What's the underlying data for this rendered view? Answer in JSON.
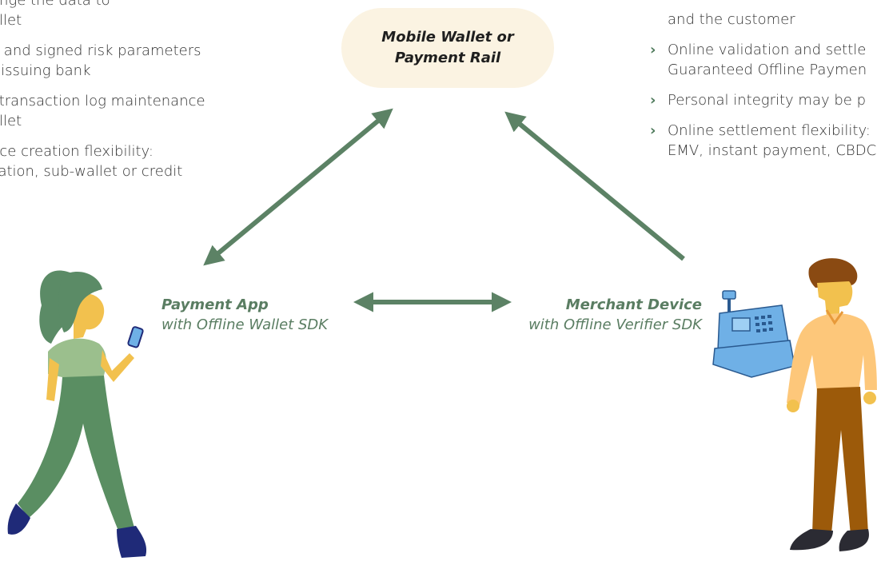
{
  "left_panel": {
    "bullets": [
      "ange the data to",
      "allet",
      "e and signed risk parameters",
      "r issuing bank",
      "l transaction log maintenance",
      "allet",
      "nce creation flexibility:",
      "zation, sub-wallet or credit"
    ]
  },
  "right_panel": {
    "chevron": "›",
    "bullets": [
      "and the customer",
      "Online validation and settle",
      "Guaranteed Offline Paymen",
      "Personal integrity may be p",
      "Online settlement flexibility:",
      "EMV, instant payment, CBDC"
    ]
  },
  "hub": {
    "line1": "Mobile Wallet or",
    "line2": "Payment Rail"
  },
  "payment_app": {
    "title": "Payment App",
    "subtitle": "with Offline Wallet SDK"
  },
  "merchant_device": {
    "title": "Merchant Device",
    "subtitle": "with Offline Verifier SDK"
  },
  "colors": {
    "arrow": "#5c8265",
    "hub_bg": "#fbf3e2",
    "label_text": "#5a7d62",
    "woman_hair": "#5b8b66",
    "woman_top": "#9bbf8d",
    "woman_pants": "#5a8e62",
    "skin": "#f2c14e",
    "shoes": "#1f2a78",
    "man_shirt": "#fdc77a",
    "man_pants": "#9c5a0a",
    "man_hair": "#8a4a12",
    "register": "#6fb0e6"
  },
  "icons": [
    "woman-illustration",
    "man-illustration",
    "cash-register-icon"
  ]
}
